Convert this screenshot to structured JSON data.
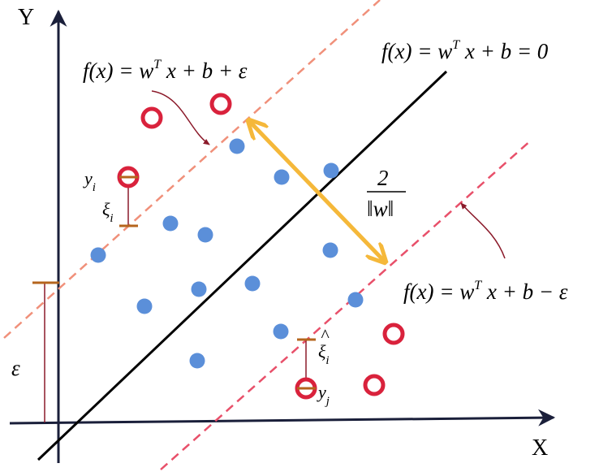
{
  "axes": {
    "x_label": "X",
    "y_label": "Y"
  },
  "labels": {
    "upper_margin": "f(x) = w",
    "upper_margin_sup": "T",
    "upper_margin_rest": " x + b + ε",
    "hyperplane": "f(x) = w",
    "hyperplane_sup": "T",
    "hyperplane_rest": " x + b = 0",
    "lower_margin": "f(x) = w",
    "lower_margin_sup": "T",
    "lower_margin_rest": " x + b − ε",
    "width_numerator": "2",
    "width_denominator": "‖w‖",
    "epsilon": "ε",
    "y_i": "y",
    "y_i_sub": "i",
    "xi_i": "ξ",
    "xi_i_sub": "i",
    "xi_hat": "ξ",
    "xi_hat_accent": "^",
    "xi_hat_sub": "i",
    "y_j": "y",
    "y_j_sub": "j"
  },
  "colors": {
    "hyperplane": "#000000",
    "margin_upper": "#f0907a",
    "margin_lower": "#e8506a",
    "arrow": "#f5b83a",
    "point_fill": "#5b8fd9",
    "outlier_ring": "#d9223c",
    "slack_marker": "#b5651d",
    "slack_line": "#8b1a2a"
  },
  "icons": {
    "points": "filled-circle",
    "outliers": "hollow-ring"
  }
}
